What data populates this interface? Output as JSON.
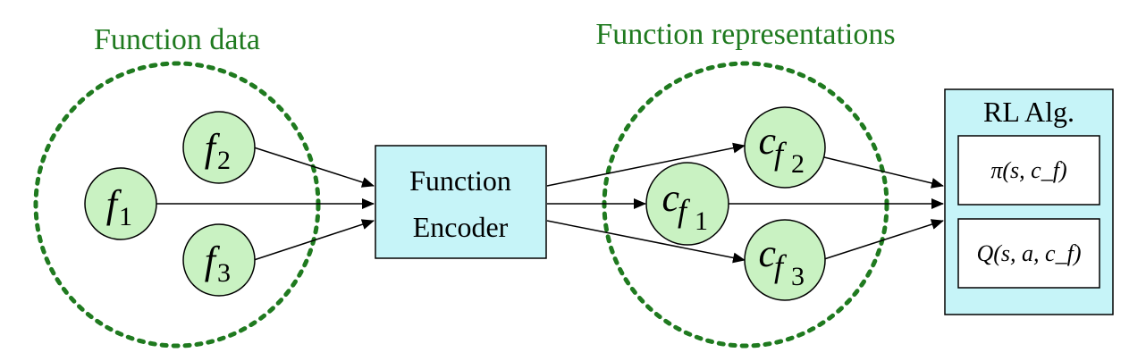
{
  "groups": {
    "function_data_label": "Function data",
    "function_representations_label": "Function representations"
  },
  "nodes": {
    "f1": {
      "main": "f",
      "sub": "1"
    },
    "f2": {
      "main": "f",
      "sub": "2"
    },
    "f3": {
      "main": "f",
      "sub": "3"
    },
    "cf1": {
      "main": "c",
      "sub_main": "f",
      "sub": "1"
    },
    "cf2": {
      "main": "c",
      "sub_main": "f",
      "sub": "2"
    },
    "cf3": {
      "main": "c",
      "sub_main": "f",
      "sub": "3"
    }
  },
  "encoder": {
    "line1": "Function",
    "line2": "Encoder"
  },
  "rl": {
    "title": "RL Alg.",
    "policy": "π(s, c_f)",
    "qfunc": "Q(s, a, c_f)"
  },
  "colors": {
    "group_outline": "#1f7a1f",
    "node_fill": "#c9f2c2",
    "box_fill": "#c6f4f8",
    "inner_box_fill": "#ffffff"
  }
}
